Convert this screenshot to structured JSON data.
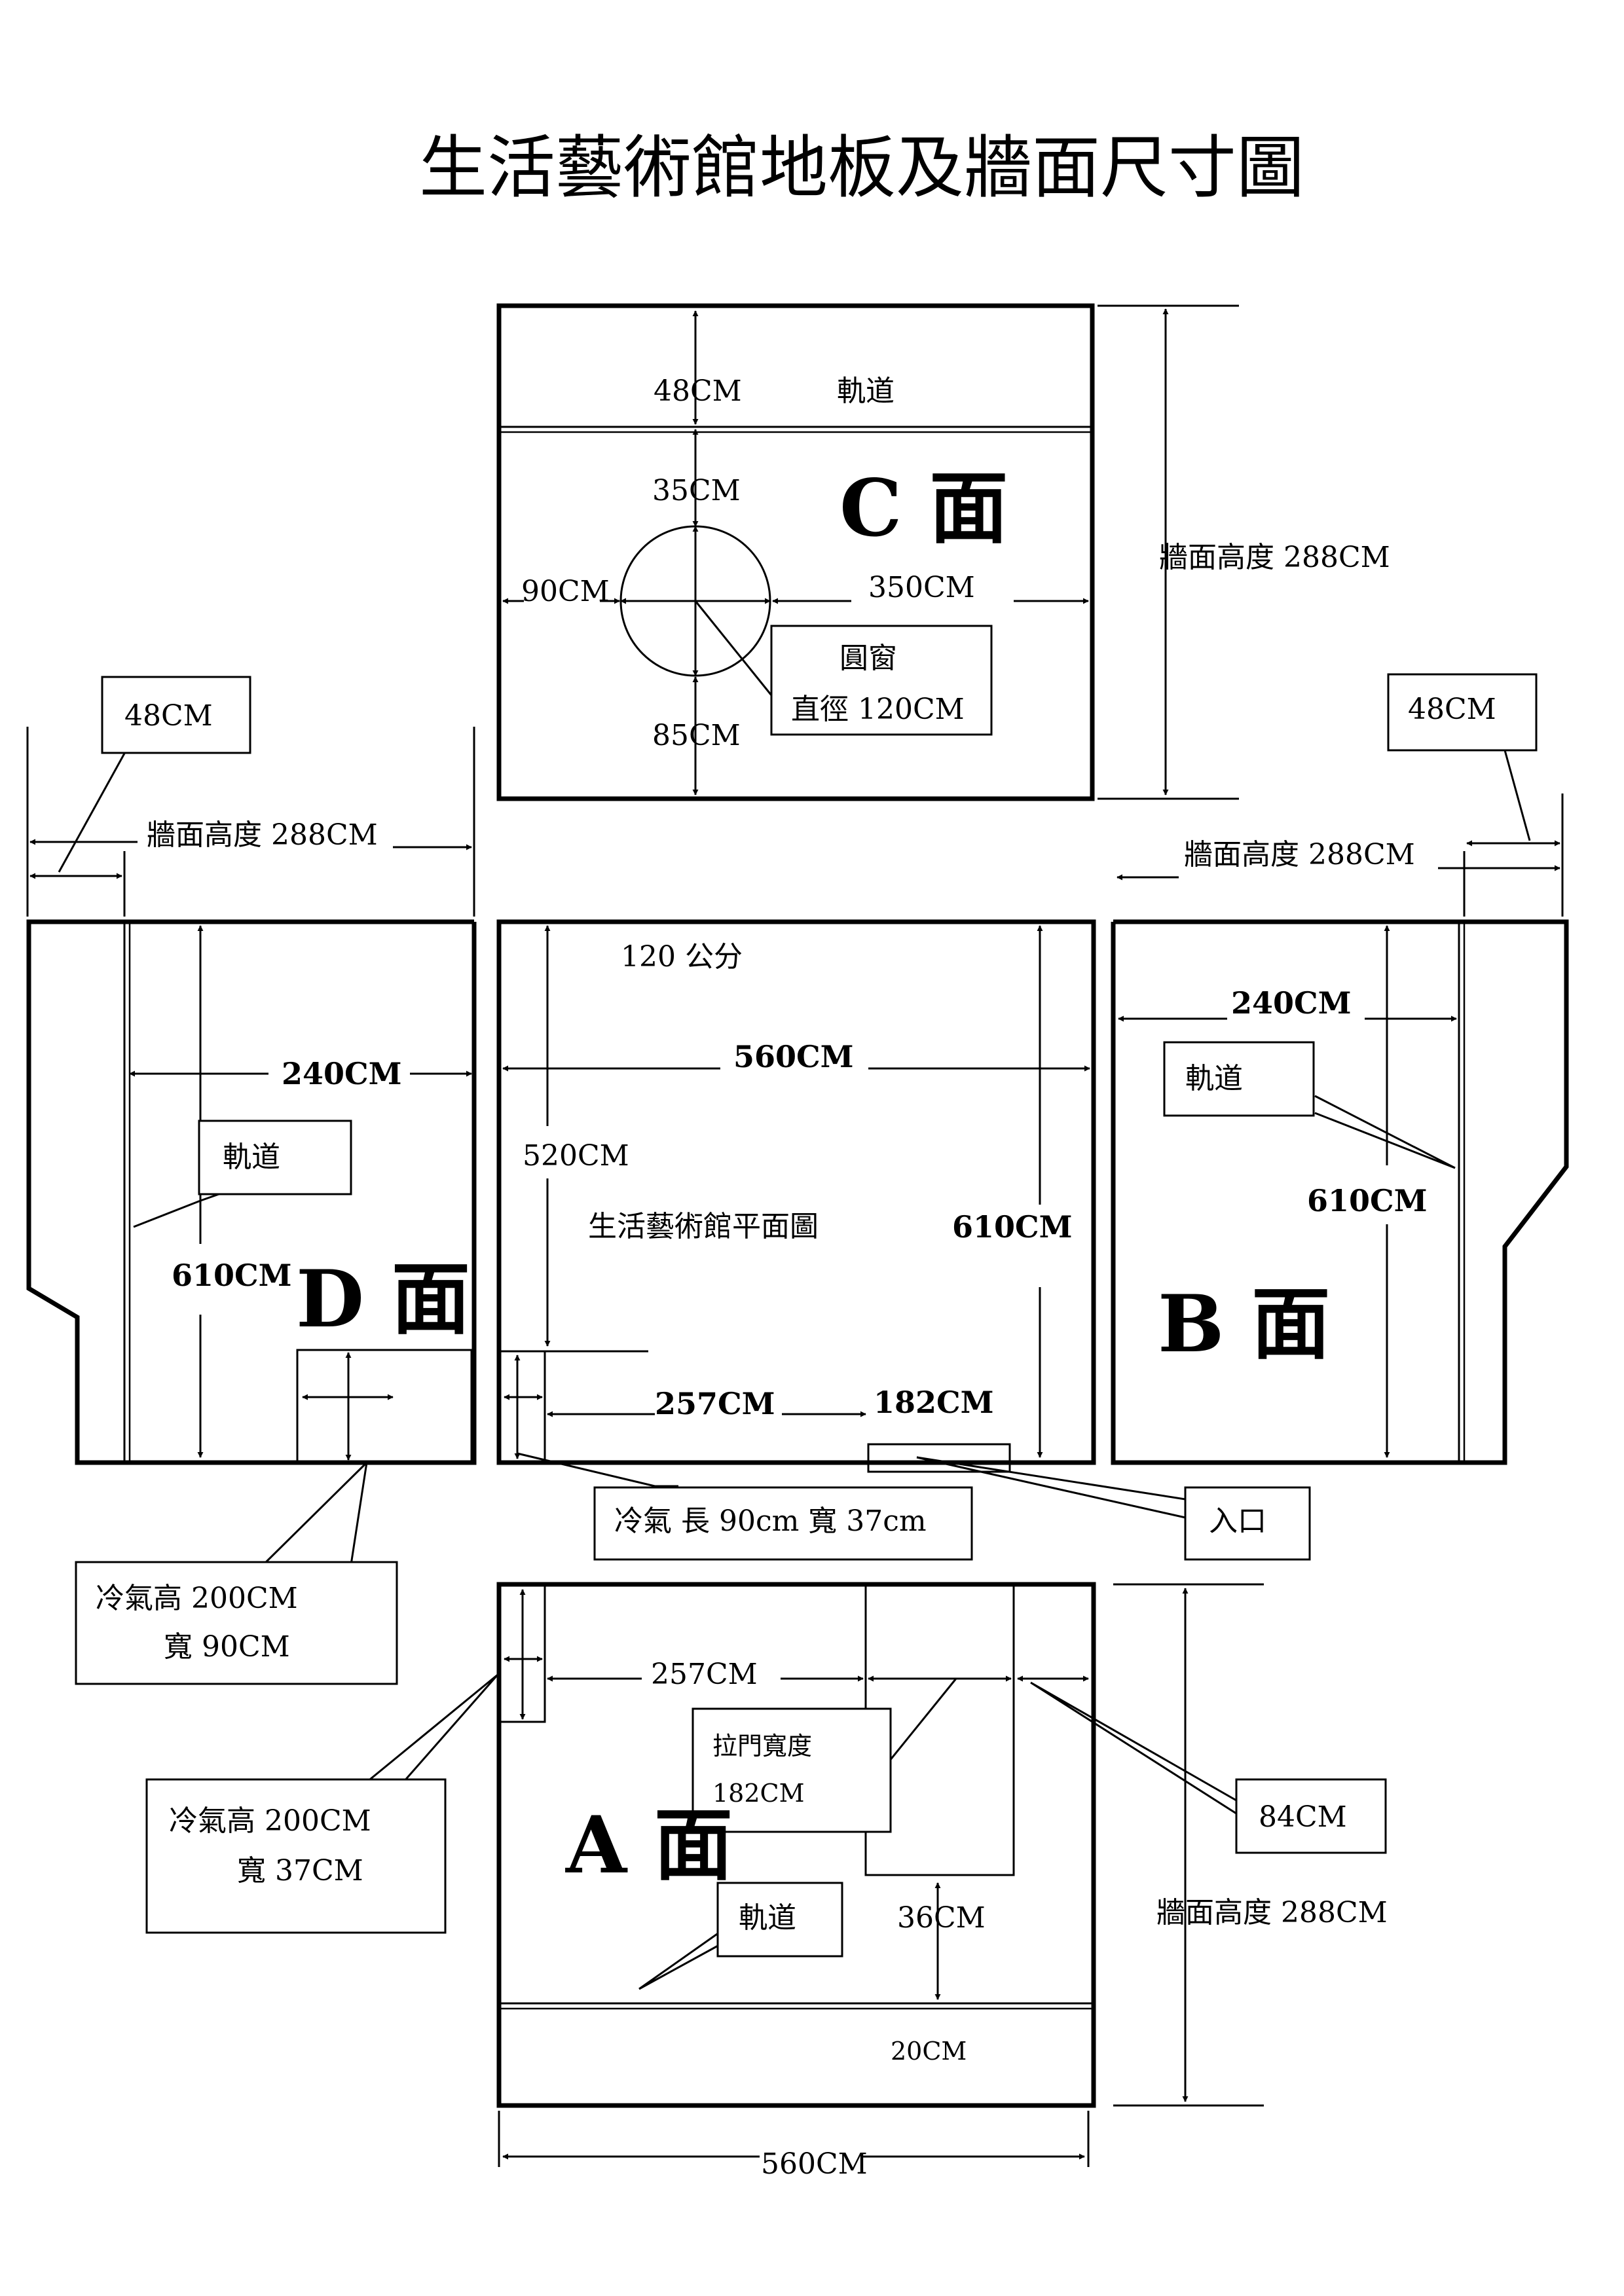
{
  "title": "生活藝術館地板及牆面尺寸圖",
  "face_c": {
    "label": "C 面",
    "rail_height": "48CM",
    "rail_label": "軌道",
    "window_top": "35CM",
    "window_left": "90CM",
    "window_right": "350CM",
    "window_bottom": "85CM",
    "window_name": "圓窗",
    "window_diameter": "直徑 120CM",
    "wall_height": "牆面高度 288CM"
  },
  "face_d": {
    "label": "D 面",
    "rail_callout": "48CM",
    "wall_height": "牆面高度 288CM",
    "width": "240CM",
    "rail_label": "軌道",
    "length": "610CM",
    "ac_height": "冷氣高 200CM",
    "ac_width": "寬 90CM"
  },
  "plan": {
    "name": "生活藝術館平面圖",
    "note": "120 公分",
    "width": "560CM",
    "depth_inner": "520CM",
    "length": "610CM",
    "door_offset": "257CM",
    "door_width": "182CM",
    "ac_size": "冷氣  長 90cm 寬 37cm",
    "entrance": "入口"
  },
  "face_b": {
    "label": "B 面",
    "rail_callout": "48CM",
    "wall_height": "牆面高度 288CM",
    "width": "240CM",
    "rail_label": "軌道",
    "length": "610CM"
  },
  "face_a": {
    "label": "A 面",
    "door_offset": "257CM",
    "door_label": "拉門寬度",
    "door_width": "182CM",
    "right_width": "84CM",
    "ac_height": "冷氣高  200CM",
    "ac_width": "寬  37CM",
    "rail_label": "軌道",
    "rail_top": "36CM",
    "rail_bottom": "20CM",
    "wall_height": "牆面高度 288CM",
    "width": "560CM"
  }
}
